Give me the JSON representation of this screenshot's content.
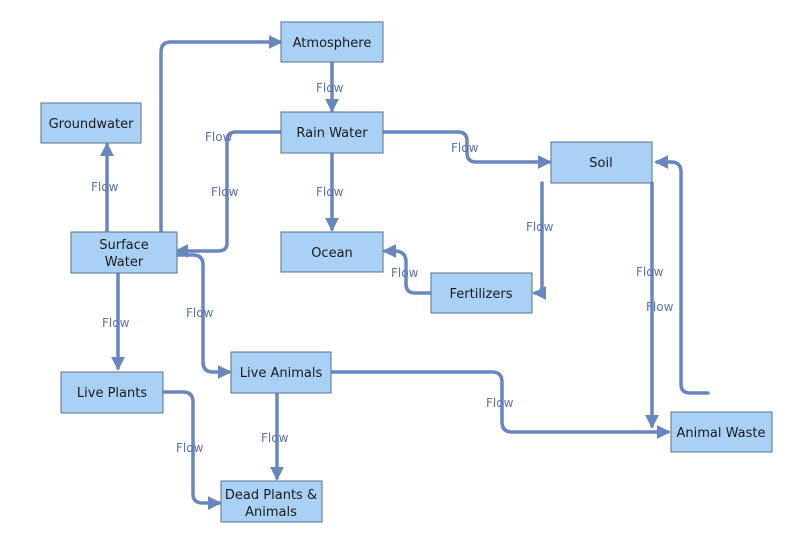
{
  "nodes": {
    "atmosphere": "Atmosphere",
    "groundwater": "Groundwater",
    "rain_water": "Rain Water",
    "soil": "Soil",
    "surface_water": [
      "Surface",
      "Water"
    ],
    "ocean": "Ocean",
    "fertilizers": "Fertilizers",
    "live_animals": "Live Animals",
    "live_plants": "Live Plants",
    "animal_waste": "Animal Waste",
    "dead_plants_animals": [
      "Dead Plants &",
      "Animals"
    ]
  },
  "edge_label": "Flow",
  "colors": {
    "node_fill": "#a9d1f5",
    "node_border": "#5a6f8a",
    "edge": "#6a86bf",
    "label": "#5b73b0"
  }
}
